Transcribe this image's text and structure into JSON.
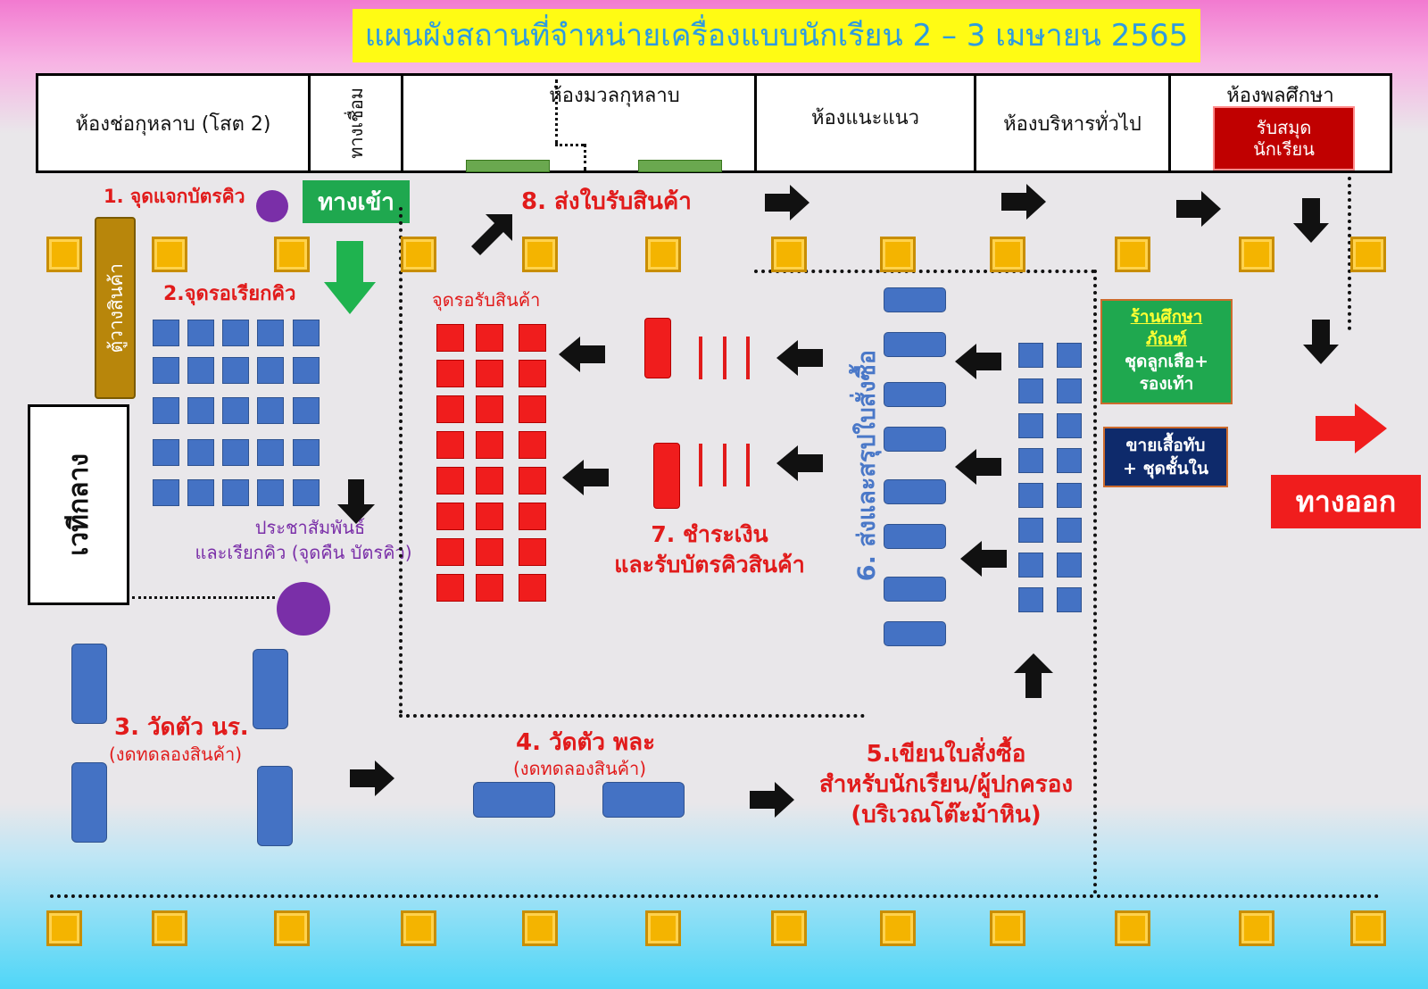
{
  "title": "แผนผังสถานที่จำหน่ายเครื่องแบบนักเรียน 2 – 3 เมษายน 2565",
  "rooms": {
    "room1": "ห้องช่อกุหลาบ (โสต 2)",
    "connector": "ทางเชื่อม",
    "room2": "ห้องมวลกุหลาบ",
    "room3": "ห้องแนะแนว",
    "room4": "ห้องบริหารทั่วไป",
    "room5": "ห้องพลศึกษา",
    "notebook_sign": "รับสมุด\nนักเรียน"
  },
  "entrance": "ทางเข้า",
  "exit": "ทางออก",
  "stage": "เวทีกลาง",
  "products_window": "ตู้วางสินค้า",
  "steps": {
    "s1": "1. จุดแจกบัตรคิว",
    "s2": "2.จุดรอเรียกคิว",
    "pr_line1": "ประชาสัมพันธ์",
    "pr_line2": "และเรียกคิว (จุดคืน บัตรคิว)",
    "s3_line1": "3. วัดตัว นร.",
    "s3_line2": "(งดทดลองสินค้า)",
    "s4_line1": "4. วัดตัว พละ",
    "s4_line2": "(งดทดลองสินค้า)",
    "s5_line1": "5.เขียนใบสั่งซื้อ",
    "s5_line2": "สำหรับนักเรียน/ผู้ปกครอง",
    "s5_line3": "(บริเวณโต๊ะม้าหิน)",
    "s6": "6. ส่งและสรุปใบสั่งซื้อ",
    "s7_line1": "7. ชำระเงิน",
    "s7_line2": "และรับบัตรคิวสินค้า",
    "s8": "8. ส่งใบรับสินค้า",
    "wait_products": "จุดรอรับสินค้า"
  },
  "shops": {
    "coop_line1": "ร้านศึกษา",
    "coop_line2": "ภัณฑ์",
    "coop_line3": "ชุดลูกเสือ+",
    "coop_line4": "รองเท้า",
    "shirt_line1": "ขายเสื้อทับ",
    "shirt_line2": "+ ชุดชั้นใน"
  },
  "colors": {
    "title_bg": "#fffb14",
    "title_text": "#2e9be0",
    "entrance_bg": "#1fa84f",
    "exit_bg": "#f01d1d",
    "step_red": "#e11b1b",
    "blue_desk": "#4472c4",
    "pillar": "#f4b400",
    "coop_bg": "#1fa84f",
    "shirt_bg": "#0e2a6b",
    "notebook_bg": "#c00000"
  }
}
